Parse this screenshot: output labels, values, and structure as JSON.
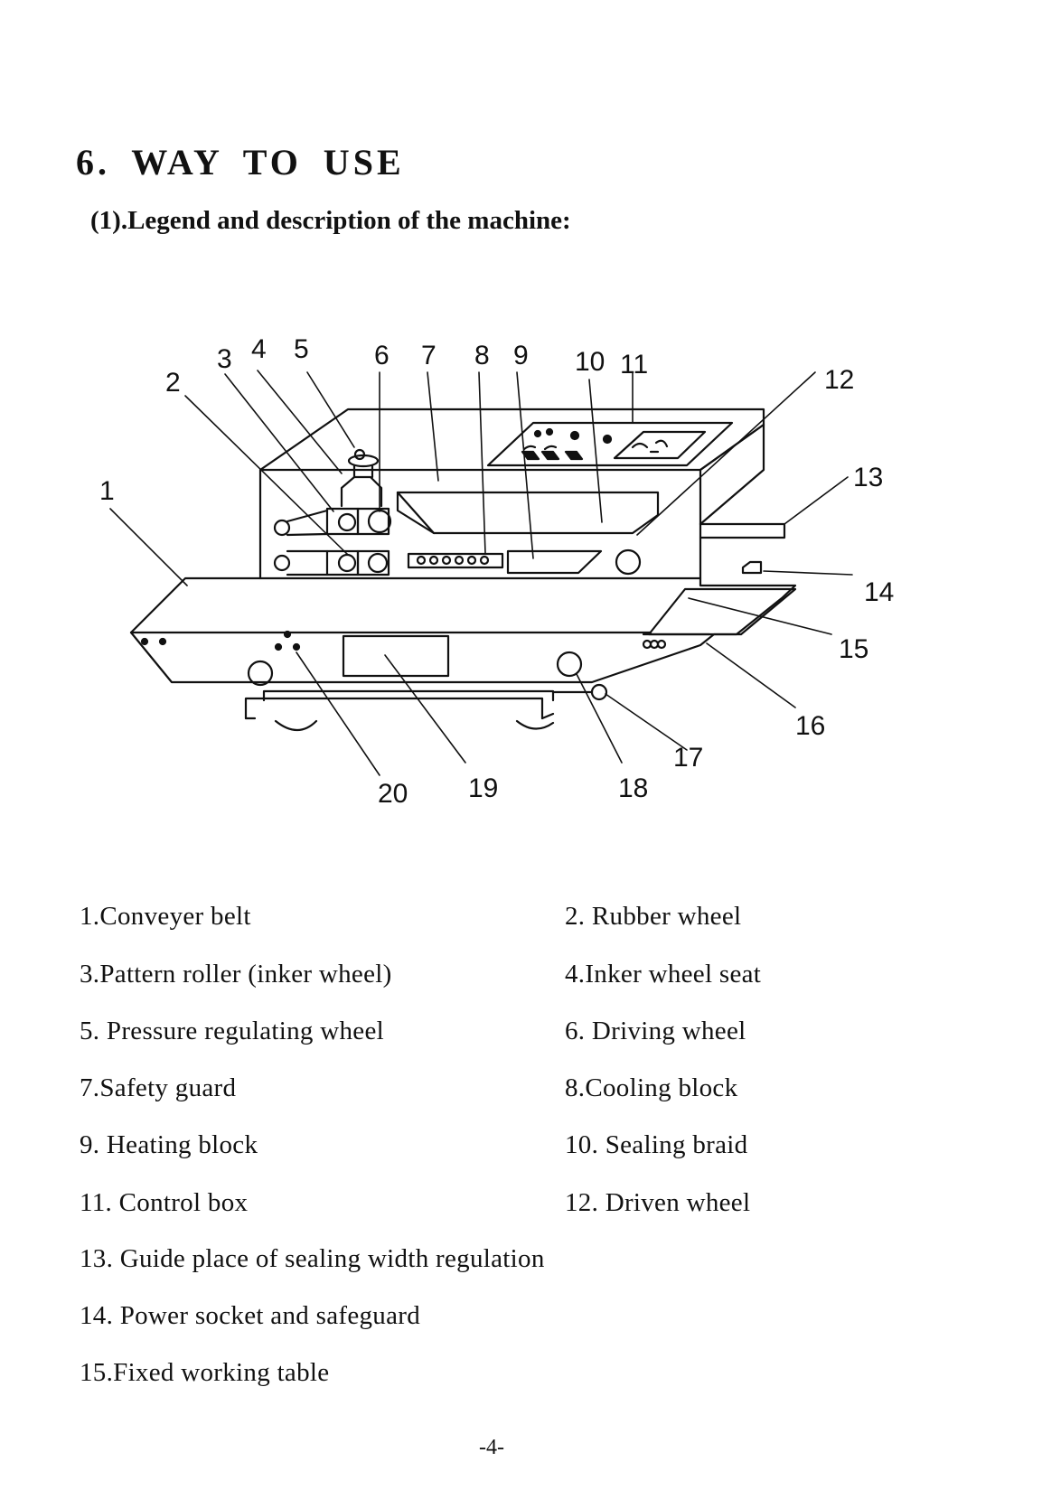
{
  "header": {
    "section_title": "6. WAY TO USE",
    "subsection_title": "(1).Legend and description of the machine:"
  },
  "diagram": {
    "callouts": [
      "1",
      "2",
      "3",
      "4",
      "5",
      "6",
      "7",
      "8",
      "9",
      "10",
      "11",
      "12",
      "13",
      "14",
      "15",
      "16",
      "17",
      "18",
      "19",
      "20"
    ]
  },
  "legend": [
    "1.Conveyer belt",
    "2. Rubber wheel",
    "3.Pattern roller (inker wheel)",
    "4.Inker wheel seat",
    "5. Pressure regulating wheel",
    "6. Driving wheel",
    "7.Safety guard",
    "8.Cooling block",
    "9. Heating block",
    "10. Sealing  braid",
    "11. Control box",
    "12. Driven wheel",
    "13. Guide place of  sealing width regulation",
    "14. Power socket and safeguard",
    "15.Fixed working table"
  ],
  "footer": {
    "page_number": "-4-"
  }
}
